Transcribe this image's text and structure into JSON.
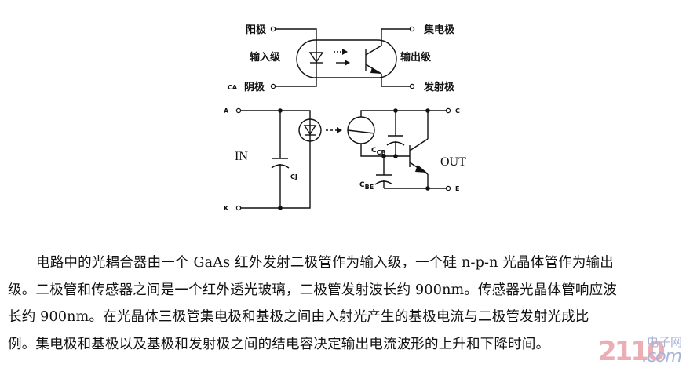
{
  "diagram_top": {
    "anode_label": "阳极",
    "cathode_label": "阴极",
    "cathode_prefix": "CA",
    "input_stage_label": "输入级",
    "collector_label": "集电极",
    "output_stage_label": "输出级",
    "emitter_label": "发射极"
  },
  "diagram_bottom": {
    "terminal_a": "A",
    "terminal_k": "K",
    "terminal_c": "C",
    "terminal_e": "E",
    "in_label": "IN",
    "out_label": "OUT",
    "cj_label": "CJ",
    "ccb_label": "C",
    "ccb_sub": "CB",
    "cbe_label": "C",
    "cbe_sub": "BE"
  },
  "paragraph": {
    "lines": [
      "电路中的光耦合器由一个 GaAs 红外发射二极管作为输入级，一个硅 n-p-n 光晶体管作为输出",
      "级。二极管和传感器之间是一个红外透光玻璃，二极管发射波长约 900nm。传感器光晶体管响应波",
      "长约 900nm。在光晶体三极管集电极和基极之间由入射光产生的基极电流与二极管发射光成比",
      "例。集电极和基极以及基极和发射极之间的结电容决定输出电流波形的上升和下降时间。"
    ]
  },
  "watermark": {
    "number": "2110",
    "chinese": "电子网",
    "domain": ".com"
  }
}
